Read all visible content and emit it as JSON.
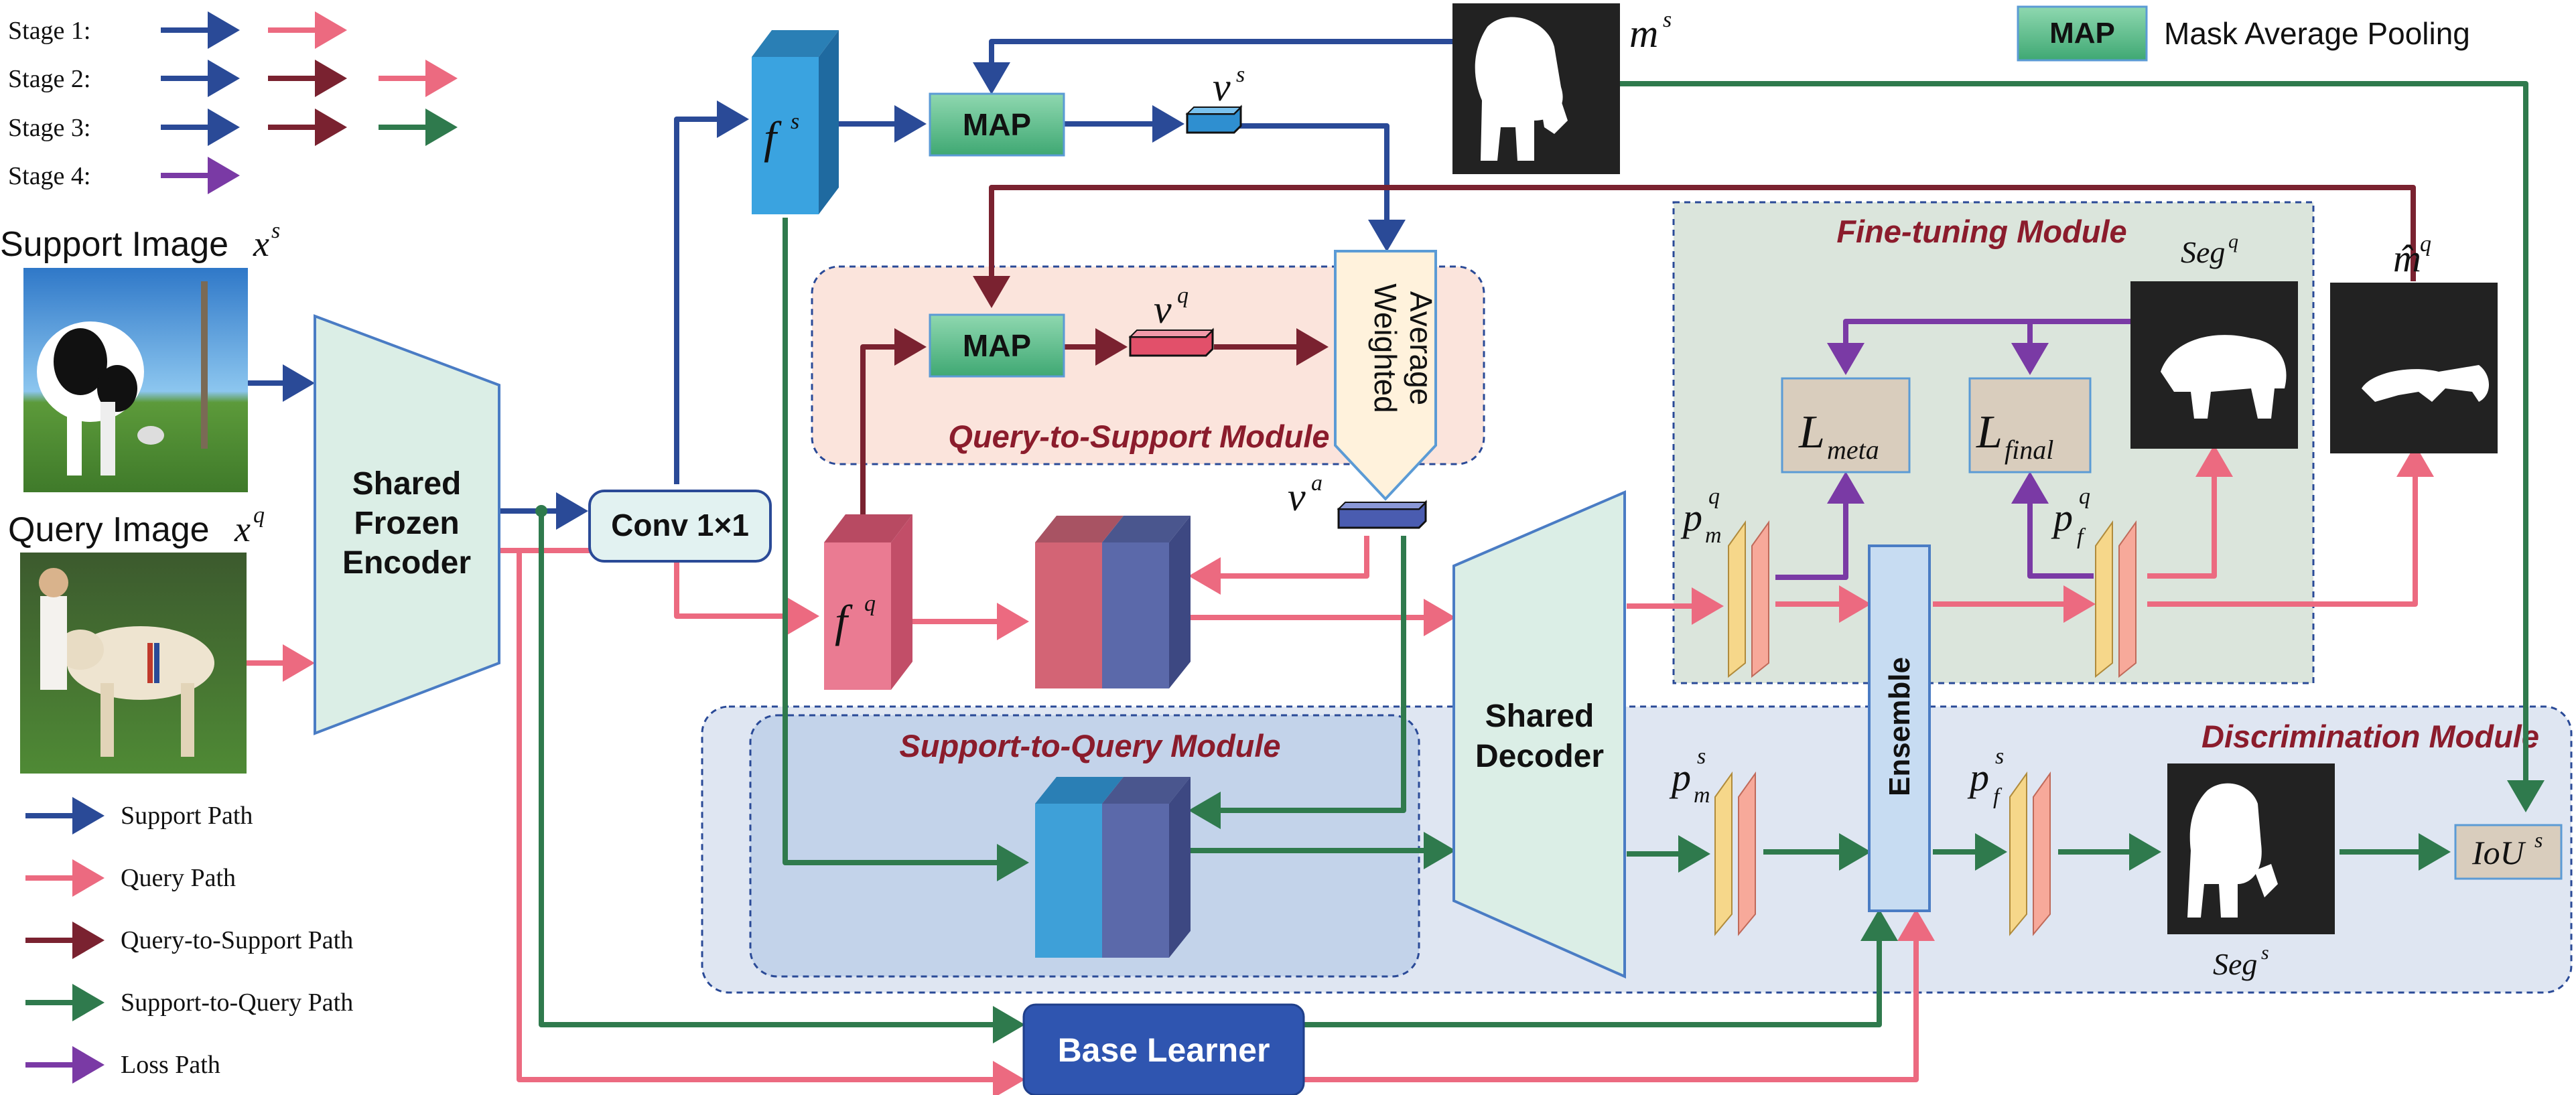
{
  "colors": {
    "support": "#2a4a97",
    "query": "#ec6a80",
    "q2s": "#7a2230",
    "s2q": "#2f7a4d",
    "loss": "#7a3aa5",
    "map_fill": "#5fbf8d",
    "module_q2s_bg": "#fbe4dc",
    "module_disc_bg": "#dfe6f2",
    "module_s2q_bg": "#c3d3ea",
    "module_ft_bg": "#dbe5dc"
  },
  "stage_legend": [
    {
      "label": "Stage 1:",
      "paths": [
        "support",
        "query"
      ]
    },
    {
      "label": "Stage 2:",
      "paths": [
        "support",
        "q2s",
        "query"
      ]
    },
    {
      "label": "Stage 3:",
      "paths": [
        "support",
        "q2s",
        "s2q"
      ]
    },
    {
      "label": "Stage 4:",
      "paths": [
        "loss"
      ]
    }
  ],
  "path_legend": [
    {
      "label": "Support Path",
      "color": "support"
    },
    {
      "label": "Query Path",
      "color": "query"
    },
    {
      "label": "Query-to-Support Path",
      "color": "q2s"
    },
    {
      "label": "Support-to-Query Path",
      "color": "s2q"
    },
    {
      "label": "Loss Path",
      "color": "loss"
    }
  ],
  "map_legend": {
    "box": "MAP",
    "text": "Mask Average Pooling"
  },
  "inputs": {
    "support": {
      "label": "Support Image",
      "var": "x",
      "sup": "s"
    },
    "query": {
      "label": "Query Image",
      "var": "x",
      "sup": "q"
    }
  },
  "encoder": {
    "line1": "Shared",
    "line2": "Frozen",
    "line3": "Encoder"
  },
  "conv": "Conv 1×1",
  "map_label": "MAP",
  "weighted_average": {
    "line1": "Weighted",
    "line2": "Average"
  },
  "decoder": {
    "line1": "Shared",
    "line2": "Decoder"
  },
  "ensemble": "Ensemble",
  "base_learner": "Base Learner",
  "modules": {
    "q2s": "Query-to-Support Module",
    "s2q": "Support-to-Query Module",
    "finetune": "Fine-tuning Module",
    "discrimination": "Discrimination Module"
  },
  "symbols": {
    "fs": {
      "base": "f",
      "sup": "s"
    },
    "fq": {
      "base": "f",
      "sup": "q"
    },
    "vs": {
      "base": "v",
      "sup": "s"
    },
    "vq": {
      "base": "v",
      "sup": "q"
    },
    "va": {
      "base": "v",
      "sup": "a"
    },
    "ms": {
      "base": "m",
      "sup": "s"
    },
    "mq_hat": {
      "base": "m̂",
      "sup": "q"
    },
    "seg_q": {
      "base": "Seg",
      "sup": "q"
    },
    "seg_s": {
      "base": "Seg",
      "sup": "s"
    },
    "pmq": {
      "base": "p",
      "sup": "q",
      "sub": "m"
    },
    "pfq": {
      "base": "p",
      "sup": "q",
      "sub": "f"
    },
    "pms": {
      "base": "p",
      "sup": "s",
      "sub": "m"
    },
    "pfs": {
      "base": "p",
      "sup": "s",
      "sub": "f"
    },
    "lmeta": {
      "base": "L",
      "sub": "meta"
    },
    "lfinal": {
      "base": "L",
      "sub": "final"
    },
    "ious": {
      "base": "IoU",
      "sup": "s"
    }
  }
}
